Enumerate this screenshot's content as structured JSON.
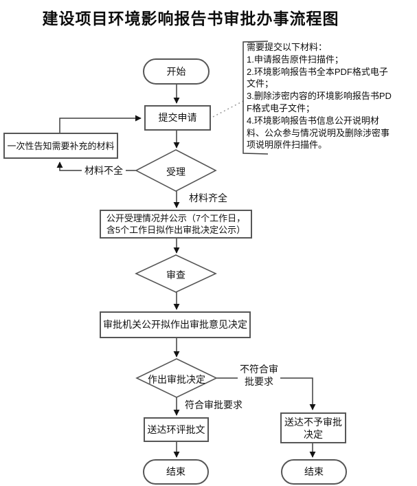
{
  "title": "建设项目环境影响报告书审批办事流程图",
  "nodes": {
    "start": "开始",
    "submit": "提交申请",
    "supplement_notice": "一次性告知需要补充的材料",
    "accept": "受理",
    "publicity_line1": "公开受理情况并公示（7个工作日，",
    "publicity_line2": "含5个工作日拟作出审批决定公示）",
    "review": "审查",
    "draft_decision": "审批机关公开拟作出审批意见决定",
    "final_decision": "作出审批决定",
    "deliver_approval": "送达环评批文",
    "deliver_rejection": "送达不予审批决定",
    "end_left": "结束",
    "end_right": "结束"
  },
  "edge_labels": {
    "materials_incomplete": "材料不全",
    "materials_complete": "材料齐全",
    "not_meeting_requirements": "不符合审批要求",
    "meeting_requirements": "符合审批要求"
  },
  "notes": {
    "line0": "需要提交以下材料：",
    "line1": "1.申请报告原件扫描件；",
    "line2": "2.环境影响报告书全本PDF格式电子文件；",
    "line3": "3.删除涉密内容的环境影响报告书PDF格式电子文件；",
    "line4": "4.环境影响报告书信息公开说明材料、公众参与情况说明及删除涉密事项说明原件扫描件。"
  },
  "colors": {
    "line": "#3d3d3d",
    "node_border": "#565656",
    "text": "#111111",
    "background": "#ffffff"
  }
}
